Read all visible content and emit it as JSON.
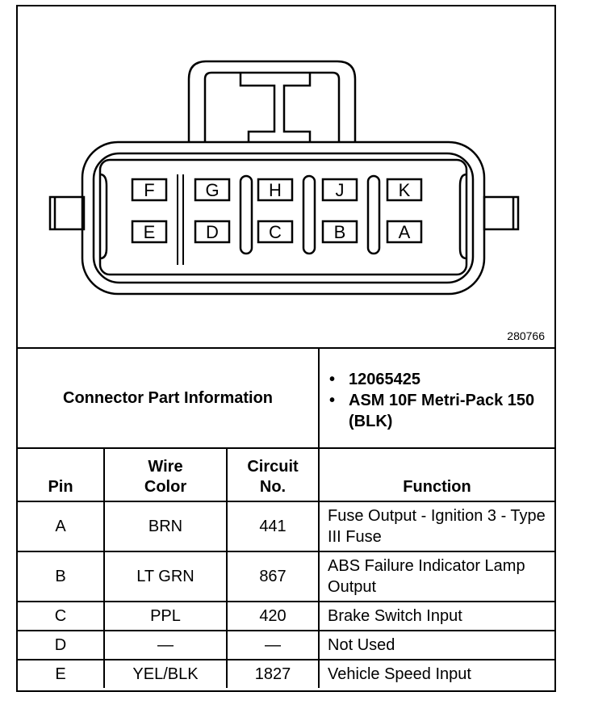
{
  "diagram": {
    "figure_number": "280766",
    "pins_top": [
      "F",
      "G",
      "H",
      "J",
      "K"
    ],
    "pins_bottom": [
      "E",
      "D",
      "C",
      "B",
      "A"
    ]
  },
  "connector_info": {
    "label": "Connector Part Information",
    "items": [
      "12065425",
      "ASM 10F Metri-Pack 150 (BLK)"
    ]
  },
  "table": {
    "headers": {
      "pin": "Pin",
      "wire_color": "Wire Color",
      "circuit": "Circuit No.",
      "function": "Function"
    },
    "rows": [
      {
        "pin": "A",
        "wire": "BRN",
        "circuit": "441",
        "function": "Fuse Output - Ignition 3 - Type III Fuse"
      },
      {
        "pin": "B",
        "wire": "LT GRN",
        "circuit": "867",
        "function": "ABS Failure Indicator Lamp Output"
      },
      {
        "pin": "C",
        "wire": "PPL",
        "circuit": "420",
        "function": "Brake Switch Input"
      },
      {
        "pin": "D",
        "wire": "—",
        "circuit": "—",
        "function": "Not Used"
      },
      {
        "pin": "E",
        "wire": "YEL/BLK",
        "circuit": "1827",
        "function": "Vehicle Speed Input"
      }
    ]
  }
}
